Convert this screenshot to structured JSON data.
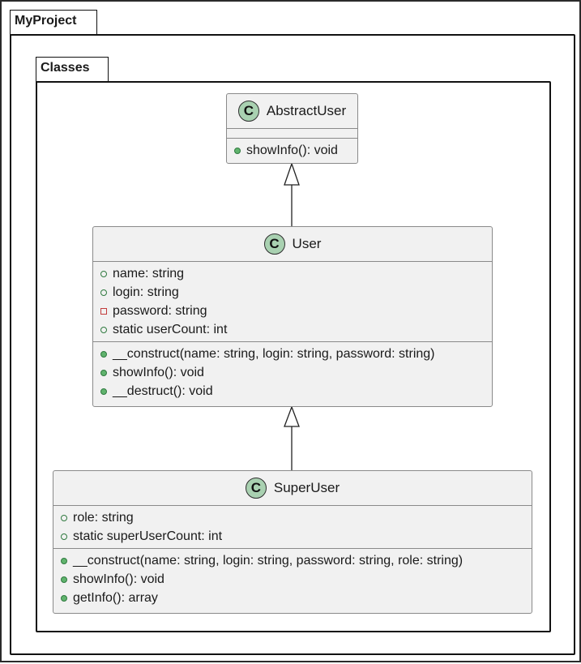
{
  "packages": {
    "outer": {
      "name": "MyProject"
    },
    "inner": {
      "name": "Classes"
    }
  },
  "classes": {
    "abstract_user": {
      "icon": "C",
      "name": "AbstractUser",
      "attributes": [],
      "operations": [
        {
          "visibility": "public",
          "text": "showInfo(): void"
        }
      ]
    },
    "user": {
      "icon": "C",
      "name": "User",
      "attributes": [
        {
          "visibility": "public",
          "text": "name: string"
        },
        {
          "visibility": "public",
          "text": "login: string"
        },
        {
          "visibility": "private",
          "text": "password: string"
        },
        {
          "visibility": "public",
          "text": "static userCount: int"
        }
      ],
      "operations": [
        {
          "visibility": "public",
          "text": "__construct(name: string, login: string, password: string)"
        },
        {
          "visibility": "public",
          "text": "showInfo(): void"
        },
        {
          "visibility": "public",
          "text": "__destruct(): void"
        }
      ]
    },
    "super_user": {
      "icon": "C",
      "name": "SuperUser",
      "attributes": [
        {
          "visibility": "public",
          "text": "role: string"
        },
        {
          "visibility": "public",
          "text": "static superUserCount: int"
        }
      ],
      "operations": [
        {
          "visibility": "public",
          "text": "__construct(name: string, login: string, password: string, role: string)"
        },
        {
          "visibility": "public",
          "text": "showInfo(): void"
        },
        {
          "visibility": "public",
          "text": "getInfo(): array"
        }
      ]
    }
  },
  "relations": [
    {
      "type": "generalization",
      "from": "user",
      "to": "abstract_user"
    },
    {
      "type": "generalization",
      "from": "super_user",
      "to": "user"
    }
  ],
  "colors": {
    "class_fill": "#f1f1f1",
    "class_border": "#8a8a8a",
    "class_icon": "#a9d1b1",
    "public_marker": "#60b36d",
    "private_marker": "#c23b3b"
  }
}
